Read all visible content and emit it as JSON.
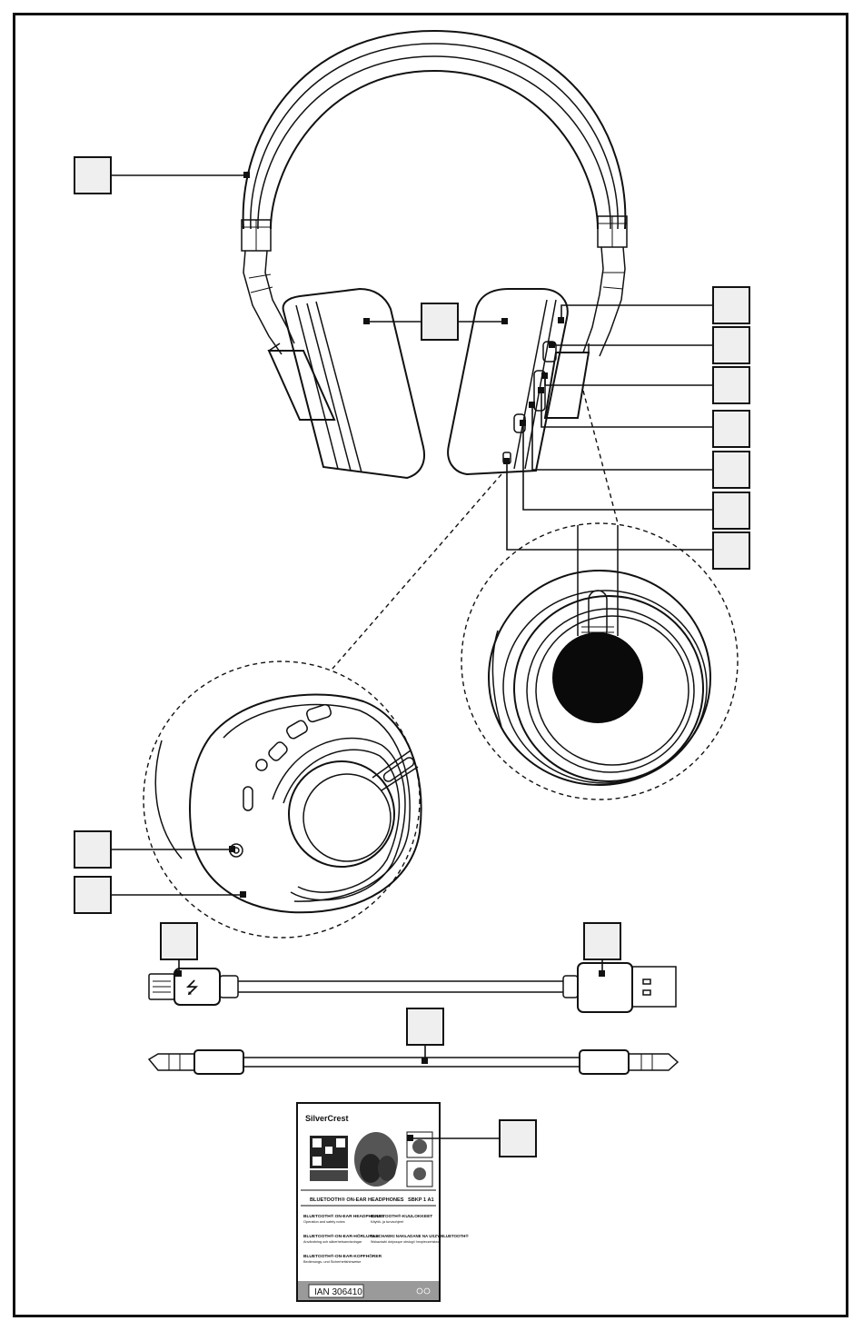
{
  "manual_cover": {
    "brand": "SilverCrest",
    "product_line": "BLUETOOTH® ON-EAR HEADPHONES",
    "model": "SBKP 1 A1",
    "lang_left": [
      {
        "title": "BLUETOOTH® ON-EAR HEADPHONES",
        "sub": "Operation and safety notes"
      },
      {
        "title": "BLUETOOTH®-ON-EAR-HÖRLURAR",
        "sub": "Användning och säkerhetsanvisningar"
      },
      {
        "title": "BLUETOOTH®-ON-EAR-KOPFHÖRER",
        "sub": "Bedienungs- und Sicherheitshinweise"
      }
    ],
    "lang_right": [
      {
        "title": "BLUETOOTH®-KUULOKKEET",
        "sub": "Käyttö- ja turvaohjeet"
      },
      {
        "title": "SŁUCHAWKI NAKŁADANE NA USZY BLUETOOTH®",
        "sub": "Wskazówki dotyczące obsługi i bezpieczeństwa"
      }
    ],
    "ian": "IAN 306410"
  },
  "colors": {
    "line": "#111111",
    "label_box_fill": "#efefef",
    "paper": "#ffffff"
  }
}
